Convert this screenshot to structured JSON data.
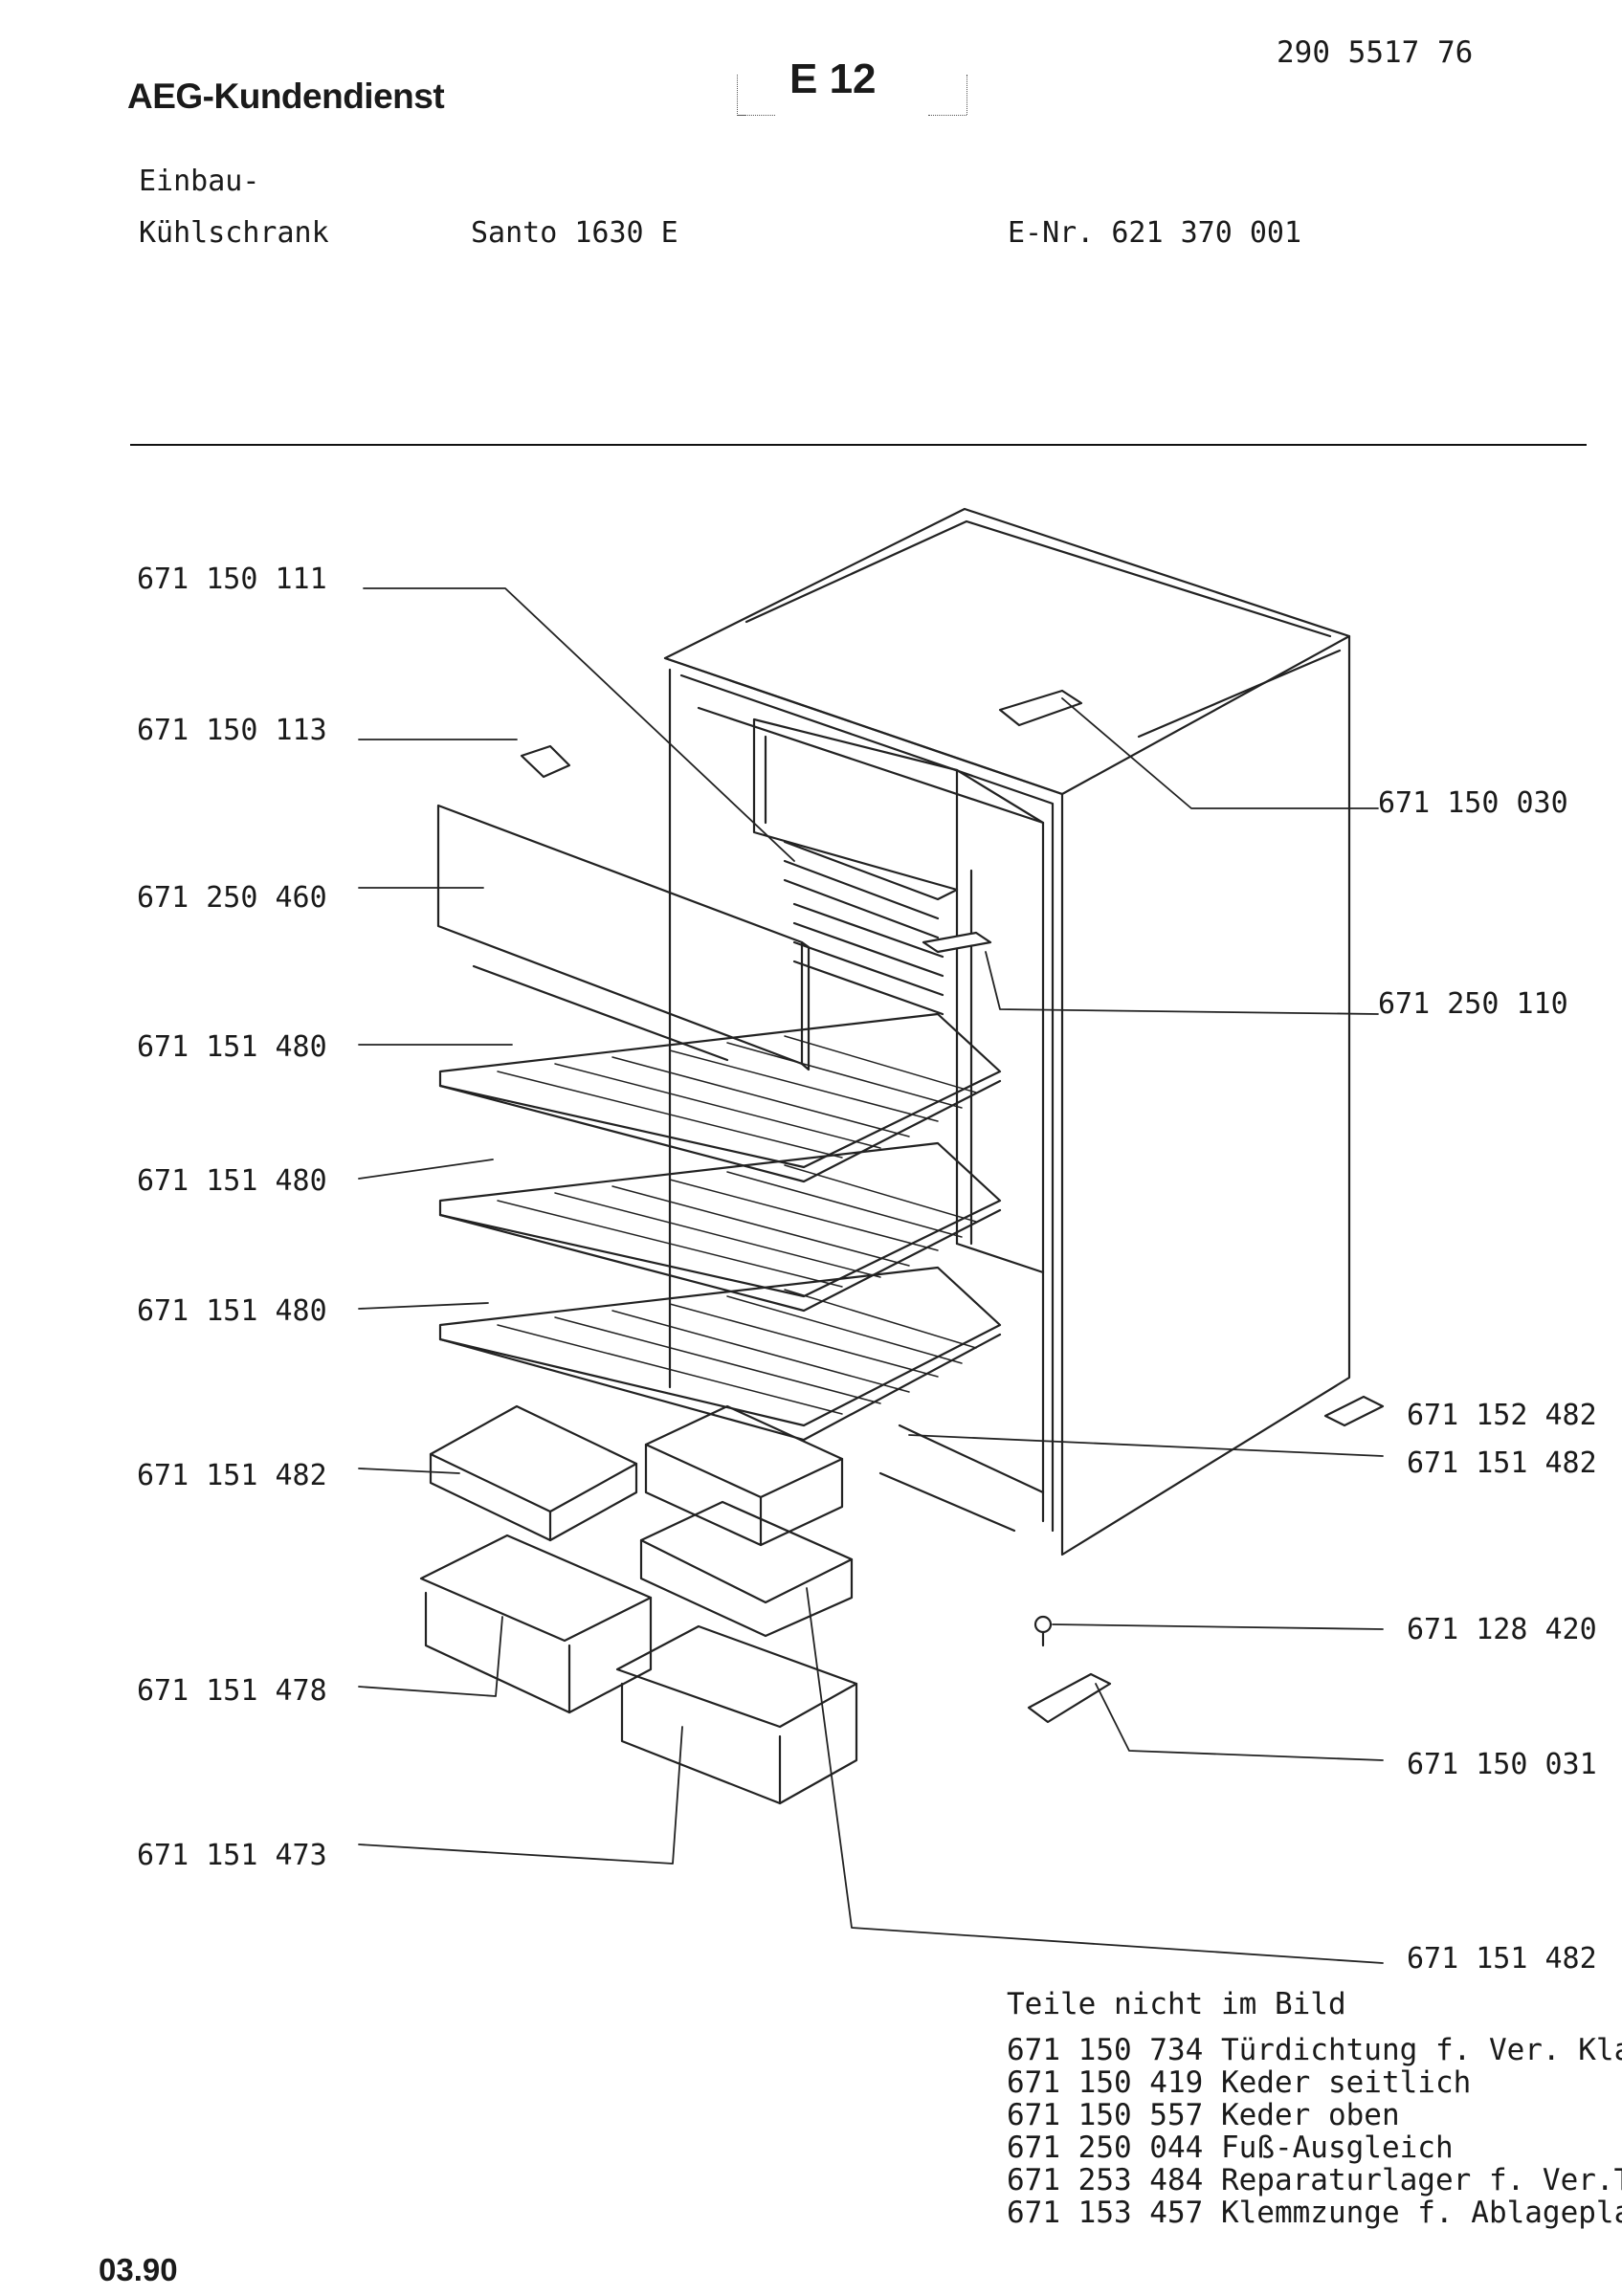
{
  "header": {
    "brand": "AEG-Kundendienst",
    "document_number": "290 5517 76",
    "section_code": "E 12",
    "product_line1": "Einbau-",
    "product_line2": "Kühlschrank",
    "model": "Santo 1630 E",
    "e_number": "E-Nr. 621 370 001"
  },
  "parts": [
    {
      "number": "671 150 111"
    },
    {
      "number": "671 150 113"
    },
    {
      "number": "671 250 460"
    },
    {
      "number": "671 151 480"
    },
    {
      "number": "671 151 480"
    },
    {
      "number": "671 151 480"
    },
    {
      "number": "671 151 482"
    },
    {
      "number": "671 151 478"
    },
    {
      "number": "671 151 473"
    },
    {
      "number": "671 150 030"
    },
    {
      "number": "671 250 110"
    },
    {
      "number": "671 152 482"
    },
    {
      "number": "671 151 482"
    },
    {
      "number": "671 128 420"
    },
    {
      "number": "671 150 031"
    },
    {
      "number": "671 151 482"
    }
  ],
  "not_pictured": {
    "title": "Teile nicht im Bild",
    "items": [
      {
        "number": "671 150 734",
        "description": "Türdichtung f. Ver. Klapp"
      },
      {
        "number": "671 150 419",
        "description": "Keder seitlich"
      },
      {
        "number": "671 150 557",
        "description": "Keder oben"
      },
      {
        "number": "671 250 044",
        "description": "Fuß-Ausgleich"
      },
      {
        "number": "671 253 484",
        "description": "Reparaturlager f. Ver.Tür"
      },
      {
        "number": "671 153 457",
        "description": "Klemmzunge f. Ablageplatt"
      }
    ]
  },
  "footer": {
    "date": "03.90"
  }
}
